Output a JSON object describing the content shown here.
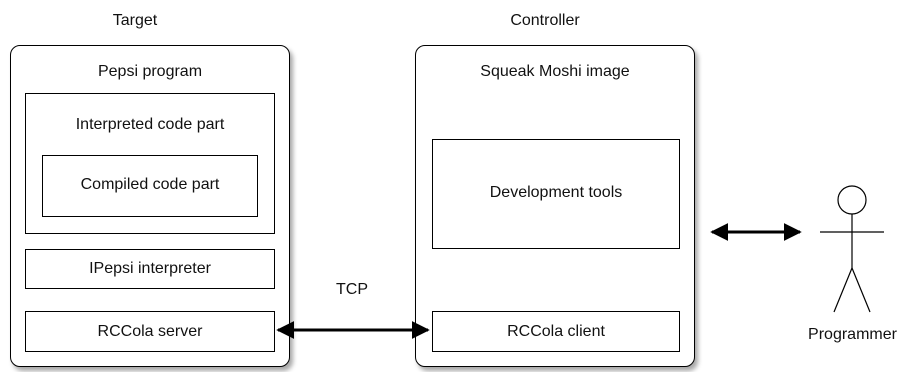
{
  "target": {
    "heading": "Target",
    "container_title": "Pepsi program",
    "interpreted_part": "Interpreted code part",
    "compiled_part": "Compiled code part",
    "interpreter": "IPepsi interpreter",
    "server": "RCCola server"
  },
  "controller": {
    "heading": "Controller",
    "container_title": "Squeak Moshi image",
    "dev_tools": "Development tools",
    "client": "RCCola client"
  },
  "connection": {
    "label": "TCP"
  },
  "actor": {
    "name": "Programmer",
    "icon": "stick-figure-icon"
  }
}
